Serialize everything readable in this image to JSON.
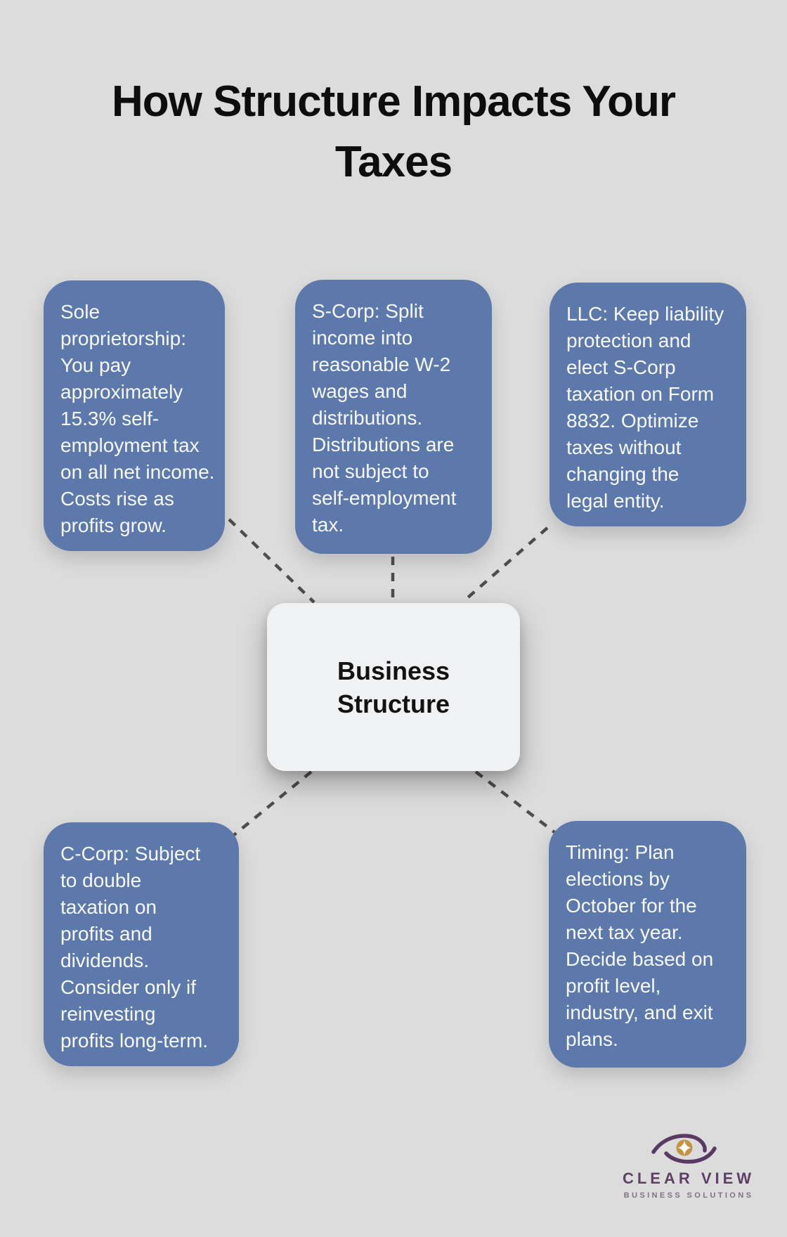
{
  "title": {
    "lines": [
      "How Structure Impacts Your",
      "Taxes"
    ]
  },
  "center_node": {
    "lines": [
      "Business",
      "Structure"
    ]
  },
  "nodes": [
    {
      "id": "sole-proprietorship",
      "lines": [
        "Sole",
        "proprietorship:",
        "You pay",
        "approximately",
        "15.3% self-",
        "employment tax",
        "on all net income.",
        "Costs rise as",
        "profits grow."
      ]
    },
    {
      "id": "s-corp",
      "lines": [
        "S-Corp: Split",
        "income into",
        "reasonable W-2",
        "wages and",
        "distributions.",
        "Distributions are",
        "not subject to",
        "self-employment",
        "tax."
      ]
    },
    {
      "id": "llc",
      "lines": [
        "LLC: Keep liability",
        "protection and",
        "elect S-Corp",
        "taxation on Form",
        "8832. Optimize",
        "taxes without",
        "changing the",
        "legal entity."
      ]
    },
    {
      "id": "c-corp",
      "lines": [
        "C-Corp: Subject",
        "to double",
        "taxation on",
        "profits and",
        "dividends.",
        "Consider only if",
        "reinvesting",
        "profits long-term."
      ]
    },
    {
      "id": "timing",
      "lines": [
        "Timing: Plan",
        "elections by",
        "October for the",
        "next tax year.",
        "Decide based on",
        "profit level,",
        "industry, and exit",
        "plans."
      ]
    }
  ],
  "logo": {
    "brand": "CLEAR VIEW",
    "tagline": "BUSINESS SOLUTIONS",
    "eye_icon": "clearview-eye-icon"
  },
  "colors": {
    "background": "#dcdcdc",
    "node_blue": "#5d79ab",
    "node_text": "#f7f9fb",
    "center_bg": "#eff1f3",
    "center_text": "#121212",
    "connector_gray": "#4d4d4d",
    "title_black": "#0d0d0d",
    "brand_purple": "#5c4164",
    "brand_gold": "#c39242",
    "tagline_gray": "#7e7381"
  }
}
